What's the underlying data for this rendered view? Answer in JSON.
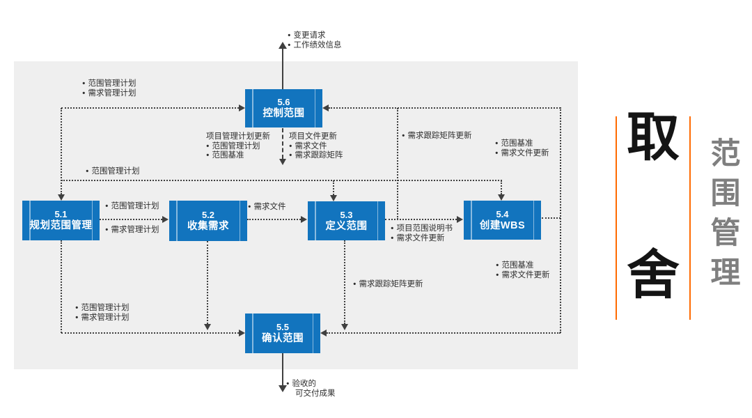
{
  "boxes": {
    "b56": {
      "num": "5.6",
      "name": "控制范围"
    },
    "b51": {
      "num": "5.1",
      "name": "规划范围管理"
    },
    "b52": {
      "num": "5.2",
      "name": "收集需求"
    },
    "b53": {
      "num": "5.3",
      "name": "定义范围"
    },
    "b54": {
      "num": "5.4",
      "name": "创建WBS"
    },
    "b55": {
      "num": "5.5",
      "name": "确认范围"
    }
  },
  "labels": {
    "change_requests": {
      "lines": [
        "变更请求",
        "工作绩效信息"
      ]
    },
    "into_56_left": {
      "lines": [
        "范围管理计划",
        "需求管理计划"
      ]
    },
    "pm_plan_update": {
      "title": "项目管理计划更新",
      "lines": [
        "范围管理计划",
        "范围基准"
      ]
    },
    "proj_doc_update": {
      "title": "项目文件更新",
      "lines": [
        "需求文件",
        "需求跟踪矩阵"
      ]
    },
    "scope_mgmt_plan": {
      "lines": [
        "范围管理计划"
      ]
    },
    "rtm_update_to_56": {
      "lines": [
        "需求跟踪矩阵更新"
      ]
    },
    "baseline_into_56": {
      "lines": [
        "范围基准",
        "需求文件更新"
      ]
    },
    "plan_51_to_52_a": {
      "lines": [
        "范围管理计划"
      ]
    },
    "plan_51_to_52_b": {
      "lines": [
        "需求管理计划"
      ]
    },
    "req_docs_52_to_53": {
      "lines": [
        "需求文件"
      ]
    },
    "out_53_to_54": {
      "lines": [
        "项目范围说明书",
        "需求文件更新"
      ]
    },
    "rtm_update_to_55": {
      "lines": [
        "需求跟踪矩阵更新"
      ]
    },
    "baseline_into_55": {
      "lines": [
        "范围基准",
        "需求文件更新"
      ]
    },
    "into_55_left": {
      "lines": [
        "范围管理计划",
        "需求管理计划"
      ]
    },
    "accepted_deliverables": {
      "lines": [
        "验收的"
      ],
      "cont": "可交付成果"
    }
  },
  "side": {
    "big_top": "取",
    "big_bottom": "舍",
    "vertical": [
      "范",
      "围",
      "管",
      "理"
    ]
  },
  "colors": {
    "process_blue": "#1274be",
    "panel_gray": "#efefef",
    "connector_dark": "#3f3f3f",
    "accent_orange": "#ff6a00",
    "side_title_gray": "#7f7f7f",
    "text_dark": "#2e2e2e"
  }
}
